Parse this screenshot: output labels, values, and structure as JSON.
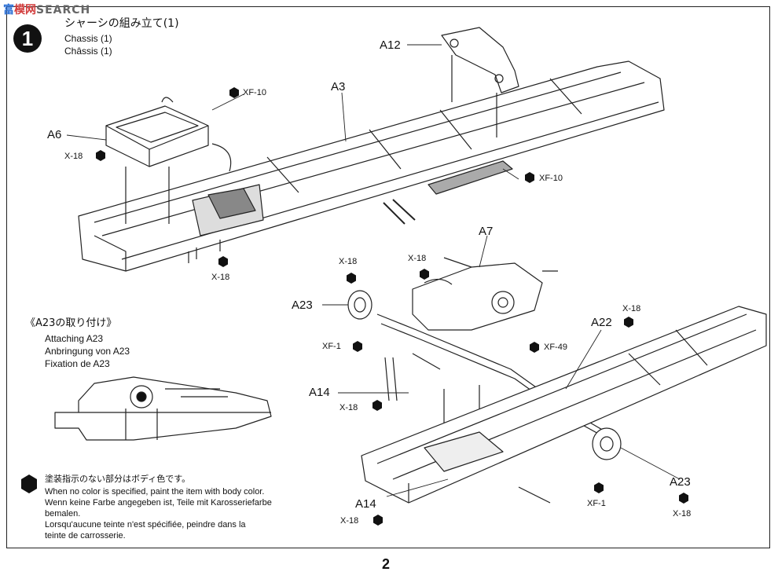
{
  "watermark": {
    "part1": "富",
    "part2": "模网",
    "part3": "SEARCH"
  },
  "step": {
    "number": "1",
    "title_jp": "シャーシの組み立て(1)",
    "title_en": "Chassis (1)",
    "title_fr": "Châssis (1)"
  },
  "inset": {
    "title_jp": "《A23の取り付け》",
    "line_en": "Attaching A23",
    "line_de": "Anbringung von A23",
    "line_fr": "Fixation de A23"
  },
  "parts": {
    "a12": "A12",
    "a3": "A3",
    "a6": "A6",
    "a7": "A7",
    "a23_top": "A23",
    "a22": "A22",
    "a14_top": "A14",
    "a14_bottom": "A14",
    "a23_bottom": "A23"
  },
  "paints": {
    "xf10_top": "XF-10",
    "x18_a6": "X-18",
    "xf10_right": "XF-10",
    "x18_under": "X-18",
    "x18_a23": "X-18",
    "x18_a7": "X-18",
    "x18_a22": "X-18",
    "xf1_left": "XF-1",
    "xf49": "XF-49",
    "x18_a14": "X-18",
    "x18_a14_bottom": "X-18",
    "xf1_bottom": "XF-1",
    "x18_a23_bottom": "X-18"
  },
  "note": {
    "jp": "塗装指示のない部分はボディ色です。",
    "en": "When no color is specified, paint the item with body color.",
    "de1": "Wenn keine Farbe angegeben ist, Teile mit Karosseriefarbe",
    "de2": "bemalen.",
    "fr1": "Lorsqu'aucune teinte n'est spécifiée, peindre dans la",
    "fr2": "teinte de carrosserie."
  },
  "page_number": "2"
}
